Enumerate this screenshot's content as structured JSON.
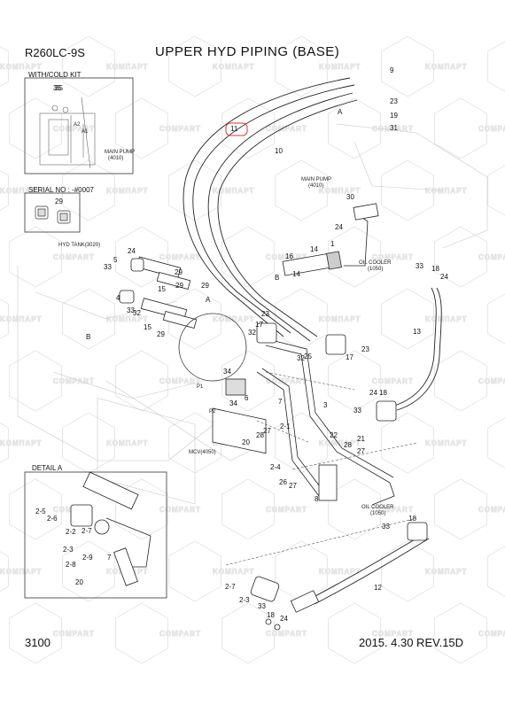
{
  "header": {
    "model": "R260LC-9S",
    "title": "UPPER HYD PIPING (BASE)"
  },
  "footer": {
    "page": "3100",
    "date_rev": "2015. 4.30  REV.15D"
  },
  "insets": {
    "with_cold_kit": {
      "label": "WITH/COLD KIT",
      "part": "35",
      "main_pump": "MAIN PUMP",
      "main_pump_code": "(4010)",
      "a2": "A2",
      "a1": "A1"
    },
    "serial": {
      "label": "SERIAL NO : -#0007",
      "part": "29"
    },
    "detail_a": {
      "label": "DETAIL A"
    }
  },
  "labels": {
    "main_pump": "MAIN PUMP",
    "main_pump_code": "(4010)",
    "hyd_tank": "HYD TANK(3020)",
    "oil_cooler": "OIL COOLER",
    "oil_cooler_code": "(1050)",
    "oil_cooler2": "OIL COOLER",
    "oil_cooler2_code": "(1050)",
    "mcv": "MCV(4050)",
    "a": "A",
    "b": "B",
    "a_top": "A",
    "b_left": "B",
    "p1": "P1",
    "p2": "P2"
  },
  "watermark": {
    "text": "KOMПAPT",
    "text2": "COMPART"
  },
  "callouts": [
    {
      "t": "9"
    },
    {
      "t": "23"
    },
    {
      "t": "19"
    },
    {
      "t": "31"
    },
    {
      "t": "11"
    },
    {
      "t": "10"
    },
    {
      "t": "30"
    },
    {
      "t": "24"
    },
    {
      "t": "1"
    },
    {
      "t": "14"
    },
    {
      "t": "16"
    },
    {
      "t": "14"
    },
    {
      "t": "24"
    },
    {
      "t": "5"
    },
    {
      "t": "33"
    },
    {
      "t": "29"
    },
    {
      "t": "15"
    },
    {
      "t": "29"
    },
    {
      "t": "4"
    },
    {
      "t": "33"
    },
    {
      "t": "32"
    },
    {
      "t": "15"
    },
    {
      "t": "29"
    },
    {
      "t": "33"
    },
    {
      "t": "18"
    },
    {
      "t": "24"
    },
    {
      "t": "13"
    },
    {
      "t": "23"
    },
    {
      "t": "17"
    },
    {
      "t": "32"
    },
    {
      "t": "32"
    },
    {
      "t": "17"
    },
    {
      "t": "23"
    },
    {
      "t": "25"
    },
    {
      "t": "34"
    },
    {
      "t": "34"
    },
    {
      "t": "6"
    },
    {
      "t": "7"
    },
    {
      "t": "3"
    },
    {
      "t": "2-1"
    },
    {
      "t": "24"
    },
    {
      "t": "18"
    },
    {
      "t": "33"
    },
    {
      "t": "20"
    },
    {
      "t": "28"
    },
    {
      "t": "27"
    },
    {
      "t": "22"
    },
    {
      "t": "21"
    },
    {
      "t": "28"
    },
    {
      "t": "27"
    },
    {
      "t": "2-4"
    },
    {
      "t": "26"
    },
    {
      "t": "27"
    },
    {
      "t": "8"
    },
    {
      "t": "2-5"
    },
    {
      "t": "2-6"
    },
    {
      "t": "2-2"
    },
    {
      "t": "2-7"
    },
    {
      "t": "2-3"
    },
    {
      "t": "2-8"
    },
    {
      "t": "2-9"
    },
    {
      "t": "7"
    },
    {
      "t": "20"
    },
    {
      "t": "33"
    },
    {
      "t": "18"
    },
    {
      "t": "2-7"
    },
    {
      "t": "2-3"
    },
    {
      "t": "33"
    },
    {
      "t": "18"
    },
    {
      "t": "24"
    },
    {
      "t": "12"
    },
    {
      "t": "29"
    },
    {
      "t": "35"
    }
  ]
}
